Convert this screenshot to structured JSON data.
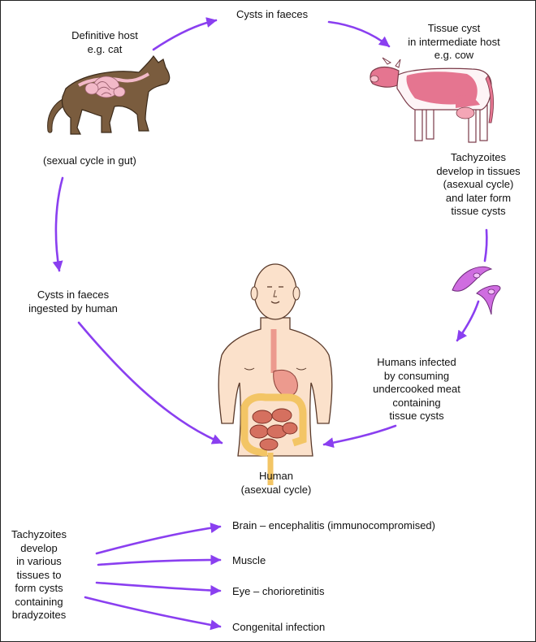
{
  "labels": {
    "cysts_in_faeces": "Cysts in faeces",
    "definitive_host": "Definitive host\ne.g. cat",
    "sexual_cycle": "(sexual cycle in gut)",
    "tissue_cyst": "Tissue cyst\nin intermediate host\ne.g. cow",
    "tachyzoites_tissues": "Tachyzoites\ndevelop in tissues\n(asexual cycle)\nand later form\ntissue cysts",
    "cysts_ingested": "Cysts in faeces\ningested by human",
    "humans_infected": "Humans infected\nby consuming\nundercooked meat\ncontaining\ntissue cysts",
    "human": "Human\n(asexual cycle)",
    "tachyzoites_various": "Tachyzoites\ndevelop\nin various\ntissues to\nform cysts\ncontaining\nbradyzoites"
  },
  "outcomes": [
    "Brain – encephalitis (immunocompromised)",
    "Muscle",
    "Eye – chorioretinitis",
    "Congenital infection"
  ],
  "colors": {
    "arrow": "#8a3ff0",
    "cat_fill": "#7a5c3e",
    "gut_pink": "#f2b9c8",
    "cow_pink": "#e57590",
    "skin": "#fbe1cb",
    "stomach": "#ec9a8e",
    "intestine": "#d5705f",
    "colon": "#f3c565",
    "parasite": "#cf6de0"
  },
  "icons": [
    "cat-illustration",
    "cow-illustration",
    "human-torso-illustration",
    "tachyzoite-parasites"
  ]
}
